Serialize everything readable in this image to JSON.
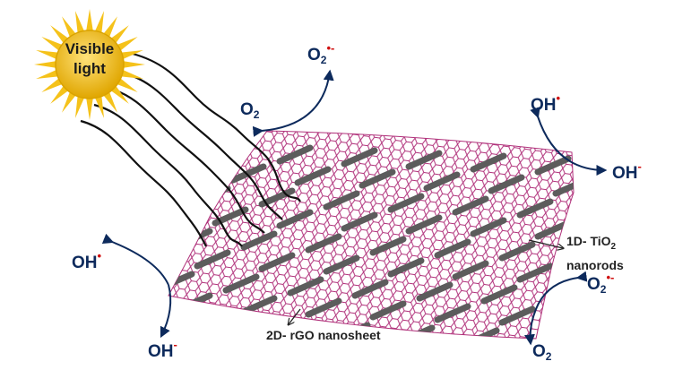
{
  "sun": {
    "line1": "Visible",
    "line2": "light"
  },
  "species": {
    "o2": "O",
    "o2_sub": "2",
    "superoxide": "O",
    "superoxide_sub": "2",
    "superoxide_sup": "•-",
    "hydroxyl_radical": "OH",
    "hydroxyl_radical_sup": "•",
    "hydroxide": "OH",
    "hydroxide_sup": "-"
  },
  "labels": {
    "tio2_prefix": "1D- TiO",
    "tio2_sub": "2",
    "tio2_line2": "nanorods",
    "rgo": "2D- rGO nanosheet"
  },
  "colors": {
    "sheet": "#b0307a",
    "rod": "#5c5c5c",
    "arrow": "#0d2a5c",
    "charge": "#d01010",
    "sun": "#f5c21a"
  }
}
